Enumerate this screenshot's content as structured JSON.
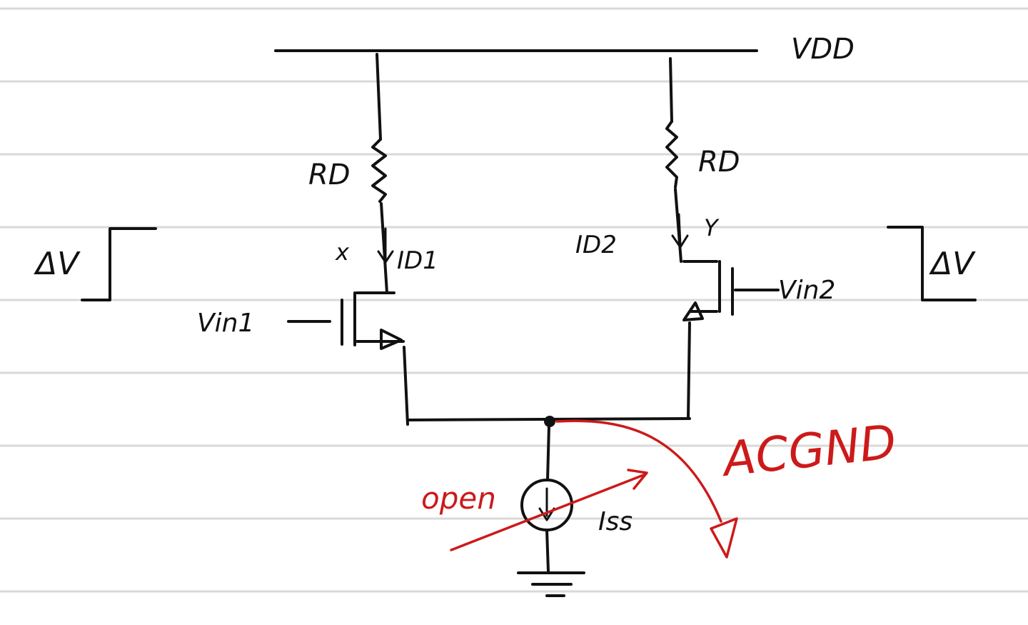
{
  "labels": {
    "vdd": "VDD",
    "rd_left": "RD",
    "rd_right": "RD",
    "node_x": "x",
    "node_y": "Y",
    "id1": "ID1",
    "id2": "ID2",
    "vin1": "Vin1",
    "vin2": "Vin2",
    "dv_left": "ΔV",
    "dv_right": "ΔV",
    "iss": "Iss",
    "open": "open",
    "acgnd": "ACGND"
  },
  "colors": {
    "ink": "#111111",
    "annotation": "#cc1a1a",
    "ruled_line": "#d9d9d9",
    "background": "#ffffff"
  }
}
